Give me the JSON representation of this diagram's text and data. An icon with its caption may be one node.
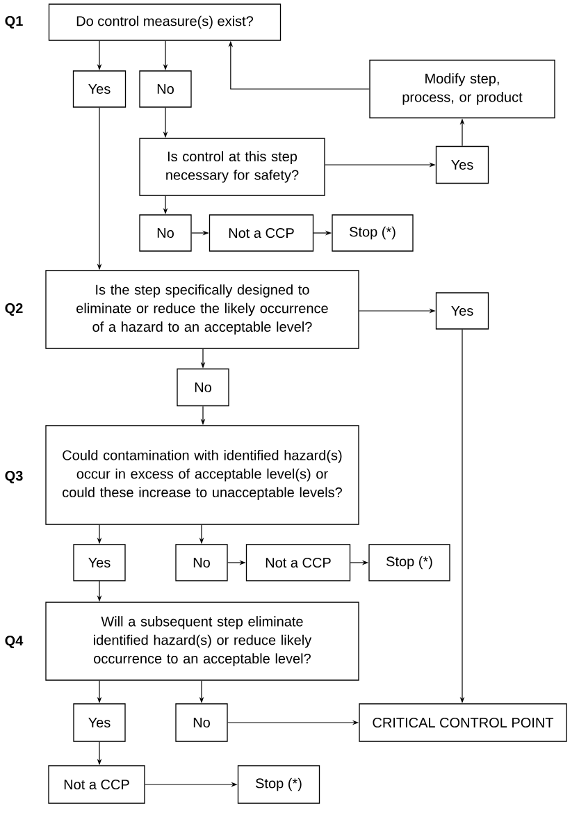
{
  "diagram": {
    "nodes": [
      {
        "text": [
          "Do control measure(s) exist?"
        ]
      },
      {
        "text": [
          "Yes"
        ]
      },
      {
        "text": [
          "No"
        ]
      },
      {
        "text": [
          "Modify step, process, or product"
        ]
      },
      {
        "text": [
          "Is control at this step necessary for safety?"
        ]
      },
      {
        "text": [
          "Yes"
        ]
      },
      {
        "text": [
          "No"
        ]
      },
      {
        "text": [
          "Not a CCP"
        ]
      },
      {
        "text": [
          "Stop (*)"
        ]
      },
      {
        "text": [
          "Is the step specifically designed to eliminate or reduce the likely occurrence of a hazard to an acceptable level?"
        ]
      },
      {
        "text": [
          "Yes"
        ]
      },
      {
        "text": [
          "No"
        ]
      },
      {
        "text": [
          "Could contamination with identified hazard(s) occur in excess of acceptable level(s) or could these increase to unacceptable levels?"
        ]
      },
      {
        "text": [
          "Yes"
        ]
      },
      {
        "text": [
          "No"
        ]
      },
      {
        "text": [
          "Not a CCP"
        ]
      },
      {
        "text": [
          "Stop (*)"
        ]
      },
      {
        "text": [
          "Will a subsequent step eliminate identified hazard(s) or reduce likely occurrence to an acceptable level?"
        ]
      },
      {
        "text": [
          "Yes"
        ]
      },
      {
        "text": [
          "No"
        ]
      },
      {
        "text": [
          "CRITICAL CONTROL POINT"
        ]
      },
      {
        "text": [
          "Not a CCP"
        ]
      },
      {
        "text": [
          "Stop (*)"
        ]
      }
    ],
    "edges": [
      {
        "from": 0,
        "to": 1,
        "arrow": "to"
      },
      {
        "from": 0,
        "to": 2,
        "arrow": "to"
      },
      {
        "from": 2,
        "to": 4,
        "arrow": "to"
      },
      {
        "from": 4,
        "to": 5,
        "arrow": "to"
      },
      {
        "from": 5,
        "to": 3,
        "arrow": "to"
      },
      {
        "from": 3,
        "to": 0,
        "arrow": "to"
      },
      {
        "from": 4,
        "to": 6,
        "arrow": "to"
      },
      {
        "from": 6,
        "to": 7,
        "arrow": "to"
      },
      {
        "from": 7,
        "to": 8,
        "arrow": "to"
      },
      {
        "from": 1,
        "to": 9,
        "arrow": "to"
      },
      {
        "from": 9,
        "to": 10,
        "arrow": "to"
      },
      {
        "from": 10,
        "to": 20,
        "arrow": "to"
      },
      {
        "from": 9,
        "to": 11,
        "arrow": "to"
      },
      {
        "from": 11,
        "to": 12,
        "arrow": "to"
      },
      {
        "from": 12,
        "to": 13,
        "arrow": "to"
      },
      {
        "from": 12,
        "to": 14,
        "arrow": "to"
      },
      {
        "from": 14,
        "to": 15,
        "arrow": "to"
      },
      {
        "from": 15,
        "to": 16,
        "arrow": "to"
      },
      {
        "from": 13,
        "to": 17,
        "arrow": "to"
      },
      {
        "from": 17,
        "to": 18,
        "arrow": "to"
      },
      {
        "from": 17,
        "to": 19,
        "arrow": "to"
      },
      {
        "from": 19,
        "to": 20,
        "arrow": "to"
      },
      {
        "from": 18,
        "to": 21,
        "arrow": "to"
      },
      {
        "from": 21,
        "to": 22,
        "arrow": "to"
      }
    ],
    "labels": [
      "Q1",
      "Q2",
      "Q3",
      "Q4"
    ]
  }
}
